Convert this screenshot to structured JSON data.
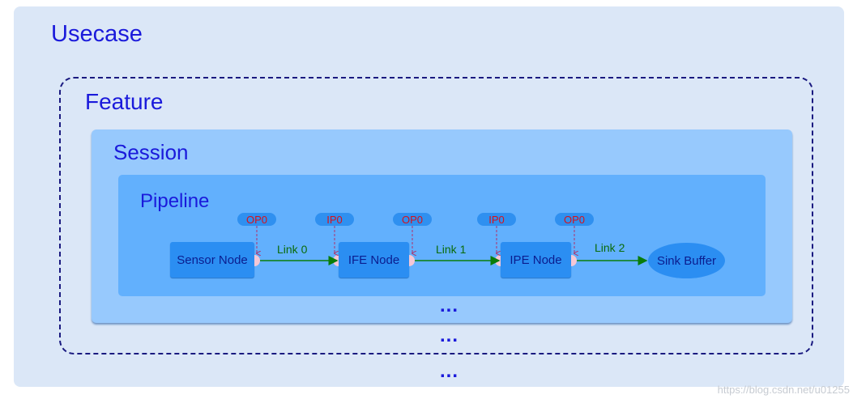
{
  "containers": {
    "usecase": "Usecase",
    "feature": "Feature",
    "session": "Session",
    "pipeline": "Pipeline"
  },
  "nodes": {
    "sensor": "Sensor Node",
    "ife": "IFE Node",
    "ipe": "IPE Node",
    "sink": "Sink Buffer"
  },
  "ports": {
    "sensor_op": "OP0",
    "ife_ip": "IP0",
    "ife_op": "OP0",
    "ipe_ip": "IP0",
    "ipe_op": "OP0"
  },
  "links": {
    "link0": "Link 0",
    "link1": "Link 1",
    "link2": "Link 2"
  },
  "ellipsis": {
    "session_more": "...",
    "feature_more": "...",
    "usecase_more": "..."
  },
  "watermark": "https://blog.csdn.net/u01255",
  "colors": {
    "title_text": "#1a1adb",
    "node_fill": "#2b8ef2",
    "link_arrow": "#0a7d0a",
    "port_arrow": "#b0306a",
    "port_shape": "#f4c7d6"
  }
}
